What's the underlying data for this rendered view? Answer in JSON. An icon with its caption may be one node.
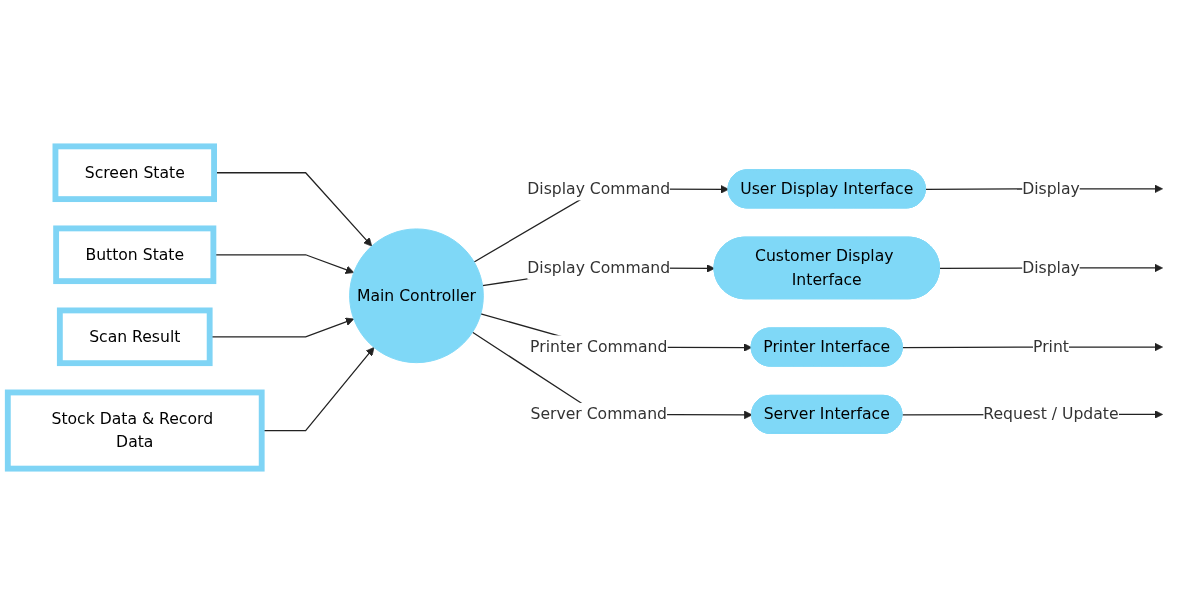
{
  "diagram": {
    "nodes": [
      {
        "text": [
          "Screen State"
        ]
      },
      {
        "text": [
          "Button State"
        ]
      },
      {
        "text": [
          "Scan Result"
        ]
      },
      {
        "text": [
          "Stock Data & Record Data"
        ]
      },
      {
        "text": [
          "Main Controller"
        ]
      },
      {
        "text": [
          "User Display Interface"
        ]
      },
      {
        "text": [
          "Customer Display Interface"
        ]
      },
      {
        "text": [
          "Printer Interface"
        ]
      },
      {
        "text": [
          "Server Interface"
        ]
      }
    ],
    "edges": [
      {
        "from": 0,
        "to": 4,
        "arrow": "to"
      },
      {
        "from": 1,
        "to": 4,
        "arrow": "to"
      },
      {
        "from": 2,
        "to": 4,
        "arrow": "to"
      },
      {
        "from": 3,
        "to": 4,
        "arrow": "to"
      },
      {
        "from": 4,
        "to": 5,
        "label": "Display Command",
        "arrow": "to"
      },
      {
        "from": 4,
        "to": 6,
        "label": "Display Command",
        "arrow": "to"
      },
      {
        "from": 4,
        "to": 7,
        "label": "Printer Command",
        "arrow": "to"
      },
      {
        "from": 4,
        "to": 8,
        "label": "Server Command",
        "arrow": "to"
      },
      {
        "from": 5,
        "to": null,
        "label": "Display",
        "arrow": "to"
      },
      {
        "from": 6,
        "to": null,
        "label": "Display",
        "arrow": "to"
      },
      {
        "from": 7,
        "to": null,
        "label": "Print",
        "arrow": "to"
      },
      {
        "from": 8,
        "to": null,
        "label": "Request / Update",
        "arrow": "to"
      }
    ]
  }
}
